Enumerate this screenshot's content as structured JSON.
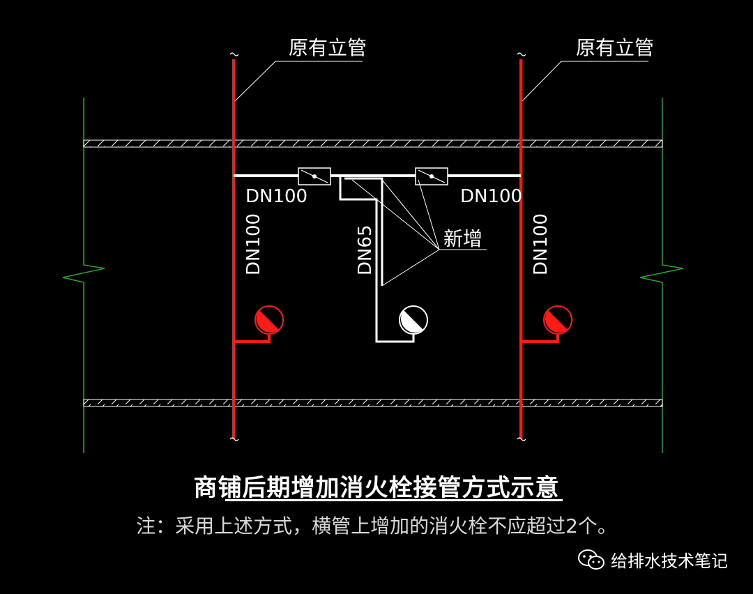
{
  "diagram": {
    "labels": {
      "riser_left": "原有立管",
      "riser_right": "原有立管",
      "new_added": "新增",
      "pipe_left_horizontal": "DN100",
      "pipe_right_horizontal": "DN100",
      "pipe_left_vertical": "DN100",
      "pipe_right_vertical": "DN100",
      "pipe_branch": "DN65"
    },
    "colors": {
      "background": "#000000",
      "existing_pipe": "#ff1a1a",
      "new_pipe": "#ffffff",
      "wall_line": "#2aa52a",
      "slab_line": "#ffffff",
      "text": "#ffffff"
    }
  },
  "caption": {
    "title": "商铺后期增加消火栓接管方式示意",
    "note": "注：采用上述方式，横管上增加的消火栓不应超过2个。"
  },
  "watermark": {
    "icon": "wechat-icon",
    "text": "给排水技术笔记"
  }
}
